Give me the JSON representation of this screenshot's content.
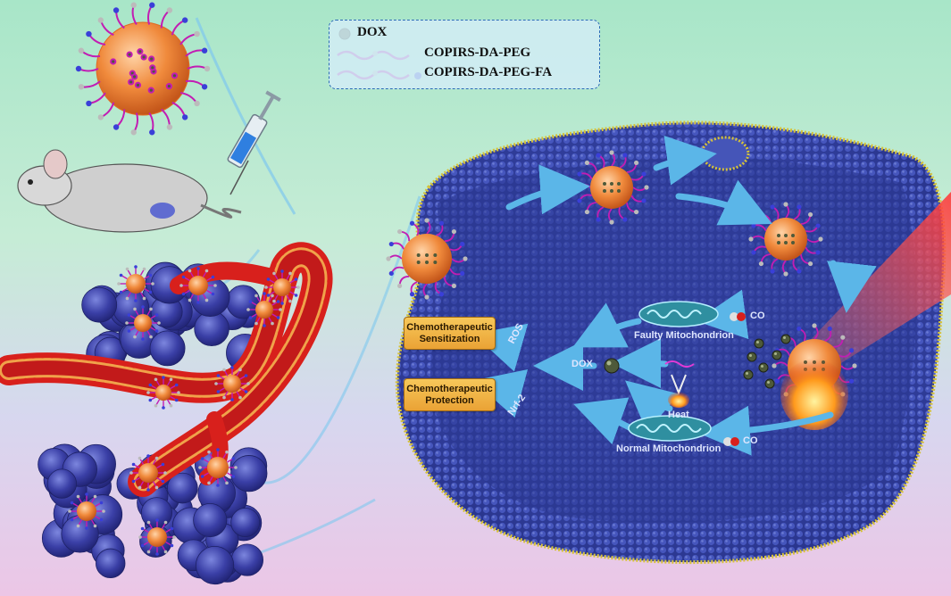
{
  "legend": {
    "dox": "DOX",
    "copirs_peg": "COPIRS-DA-PEG",
    "copirs_peg_fa": "COPIRS-DA-PEG-FA"
  },
  "badges": {
    "sensitization_line1": "Chemotherapeutic",
    "sensitization_line2": "Sensitization",
    "protection_line1": "Chemotherapeutic",
    "protection_line2": "Protection"
  },
  "labels": {
    "ros": "ROS",
    "dox": "DOX",
    "nrf2": "Nrf-2",
    "co_top": "CO",
    "co_bottom": "CO",
    "heat": "Heat",
    "faulty_mito": "Faulty Mitochondrion",
    "normal_mito": "Normal Mitochondrion"
  },
  "colors": {
    "nanoparticle": "#f08a3c",
    "membrane": "#3b45a8",
    "vessel": "#d8201c",
    "arrow": "#5bb6e8",
    "badge": "#f1b448"
  }
}
